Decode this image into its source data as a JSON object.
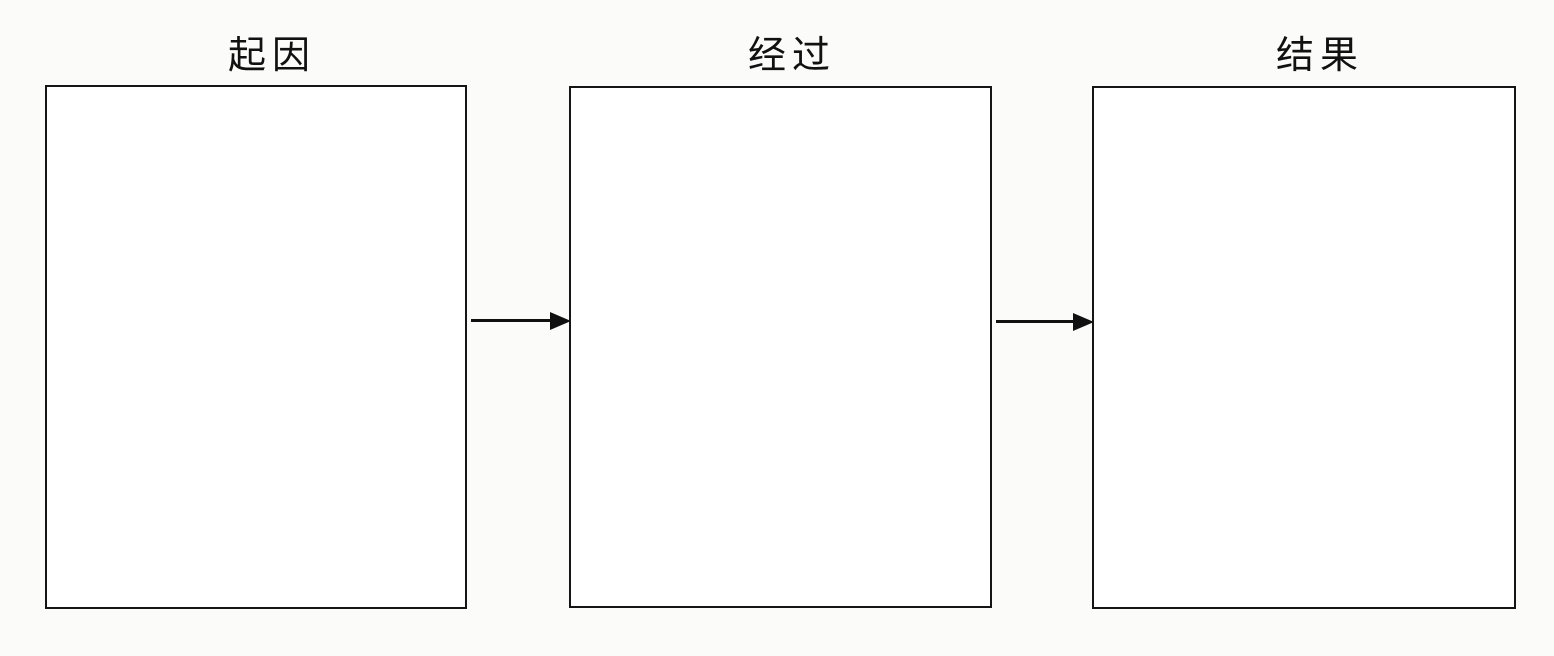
{
  "diagram": {
    "type": "flow-sequence",
    "title": "",
    "background_color": "#fbfbfa",
    "stroke_color": "#151515",
    "fill_color": "#ffffff",
    "nodes": [
      {
        "id": "cause",
        "label": "起因",
        "content": "",
        "order": 1
      },
      {
        "id": "process",
        "label": "经过",
        "content": "",
        "order": 2
      },
      {
        "id": "result",
        "label": "结果",
        "content": "",
        "order": 3
      }
    ],
    "connectors": [
      {
        "id": "arrow-1",
        "from": "cause",
        "to": "process",
        "style": "solid-arrow-right",
        "label": ""
      },
      {
        "id": "arrow-2",
        "from": "process",
        "to": "result",
        "style": "solid-arrow-right",
        "label": ""
      }
    ]
  }
}
